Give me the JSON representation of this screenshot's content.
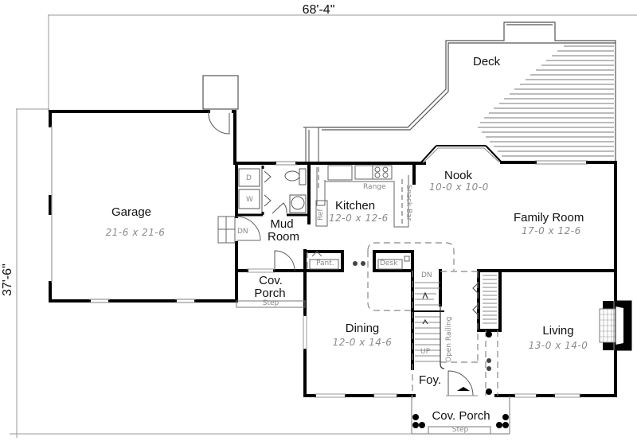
{
  "overall": {
    "width_label": "68'-4\"",
    "depth_label": "37'-6\""
  },
  "rooms": {
    "deck": {
      "name": "Deck"
    },
    "garage": {
      "name": "Garage",
      "dims": "21-6 x 21-6"
    },
    "kitchen": {
      "name": "Kitchen",
      "dims": "12-0 x 12-6"
    },
    "nook": {
      "name": "Nook",
      "dims": "10-0 x 10-0"
    },
    "family_room": {
      "name": "Family Room",
      "dims": "17-0 x 12-6"
    },
    "mud_room": {
      "name_line1": "Mud",
      "name_line2": "Room"
    },
    "side_porch": {
      "name_line1": "Cov.",
      "name_line2": "Porch",
      "step": "Step"
    },
    "dining": {
      "name": "Dining",
      "dims": "12-0 x 14-6"
    },
    "living": {
      "name": "Living",
      "dims": "13-0 x 14-0"
    },
    "foyer": {
      "name": "Foy."
    },
    "front_porch": {
      "name": "Cov. Porch",
      "step": "Step"
    }
  },
  "fixtures": {
    "range": "Range",
    "refrigerator": "Ref",
    "snack_bar": "Snack Bar",
    "pantry": "Pant.",
    "desk": "Desk",
    "stairs_down": "DN",
    "stairs_up": "UP",
    "open_railing": "Open Railing",
    "garage_stairs_down": "DN",
    "washer": "W",
    "dryer": "D"
  }
}
